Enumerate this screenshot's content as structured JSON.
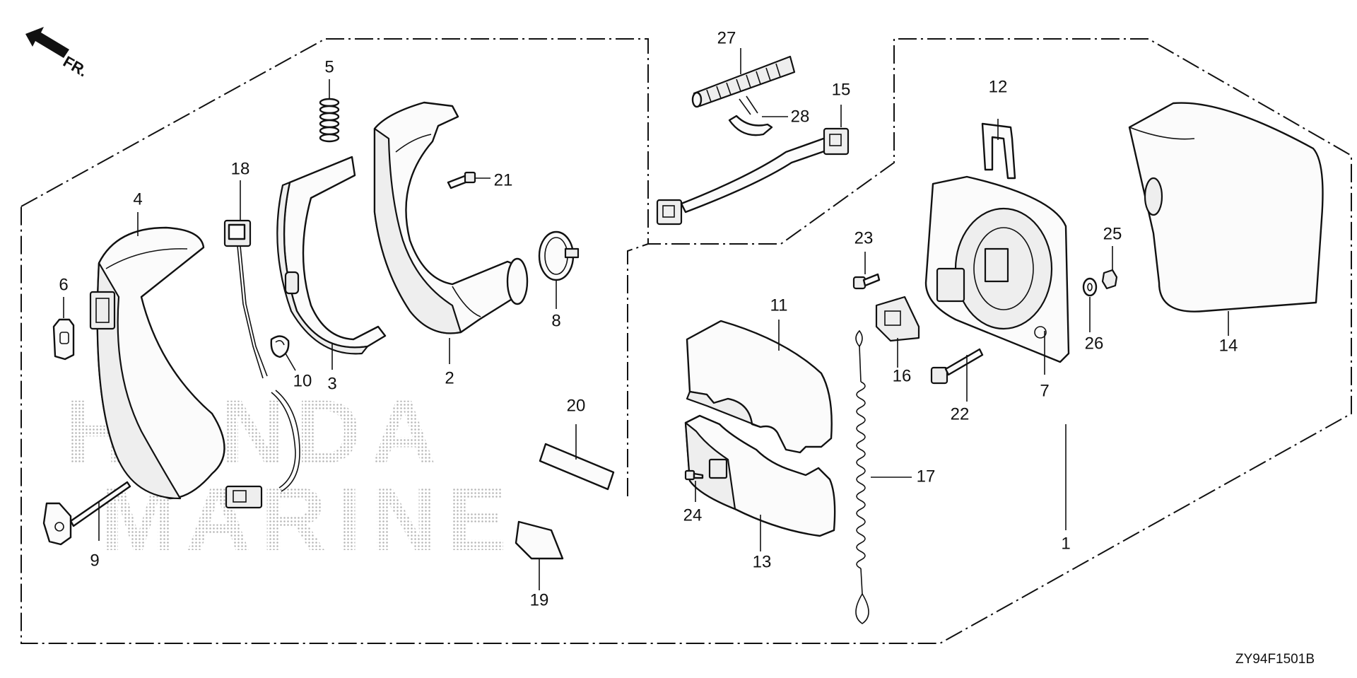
{
  "diagram_code": "ZY94F1501B",
  "direction_label": "FR.",
  "watermark": {
    "line1": "HONDA",
    "line2": "MARINE"
  },
  "callouts": [
    {
      "id": "c1",
      "label": "1"
    },
    {
      "id": "c2",
      "label": "2"
    },
    {
      "id": "c3",
      "label": "3"
    },
    {
      "id": "c4",
      "label": "4"
    },
    {
      "id": "c5",
      "label": "5"
    },
    {
      "id": "c6",
      "label": "6"
    },
    {
      "id": "c7",
      "label": "7"
    },
    {
      "id": "c8",
      "label": "8"
    },
    {
      "id": "c9",
      "label": "9"
    },
    {
      "id": "c10",
      "label": "10"
    },
    {
      "id": "c11",
      "label": "11"
    },
    {
      "id": "c12",
      "label": "12"
    },
    {
      "id": "c13",
      "label": "13"
    },
    {
      "id": "c14",
      "label": "14"
    },
    {
      "id": "c15",
      "label": "15"
    },
    {
      "id": "c16",
      "label": "16"
    },
    {
      "id": "c17",
      "label": "17"
    },
    {
      "id": "c18",
      "label": "18"
    },
    {
      "id": "c19",
      "label": "19"
    },
    {
      "id": "c20",
      "label": "20"
    },
    {
      "id": "c21",
      "label": "21"
    },
    {
      "id": "c22",
      "label": "22"
    },
    {
      "id": "c23",
      "label": "23"
    },
    {
      "id": "c24",
      "label": "24"
    },
    {
      "id": "c25",
      "label": "25"
    },
    {
      "id": "c26",
      "label": "26"
    },
    {
      "id": "c27",
      "label": "27"
    },
    {
      "id": "c28",
      "label": "28"
    }
  ]
}
